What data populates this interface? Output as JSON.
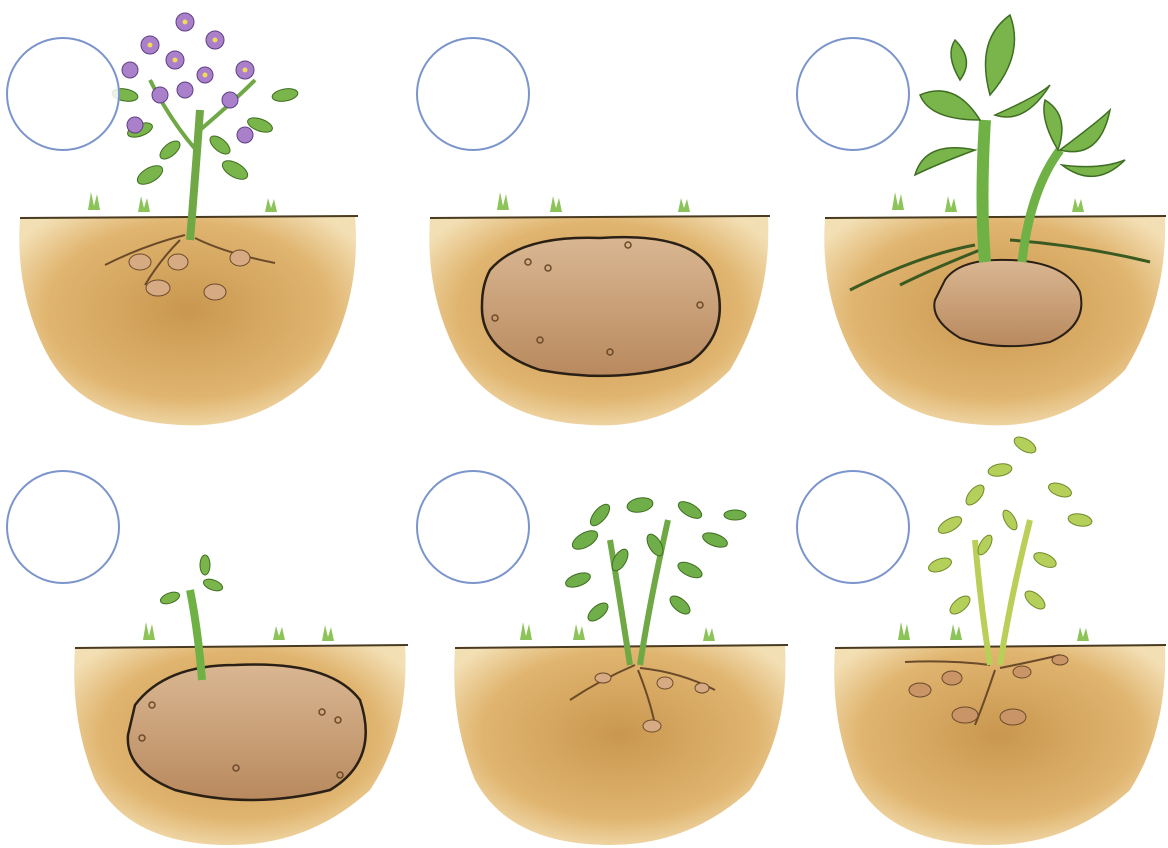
{
  "panels": [
    {
      "stage": "flowering-plant-with-tubers",
      "answer": ""
    },
    {
      "stage": "seed-potato",
      "answer": ""
    },
    {
      "stage": "large-sprouted-shoots",
      "answer": ""
    },
    {
      "stage": "first-sprout",
      "answer": ""
    },
    {
      "stage": "leafy-plant-forming-tubers",
      "answer": ""
    },
    {
      "stage": "yellowing-plant-mature-tubers",
      "answer": ""
    }
  ],
  "colors": {
    "circle_stroke": "#7b95cc",
    "soil_light": "#e9c98a",
    "soil_dark": "#c9974f",
    "potato": "#c99a6a",
    "leaf": "#79b54a",
    "flower": "#a980c9"
  }
}
